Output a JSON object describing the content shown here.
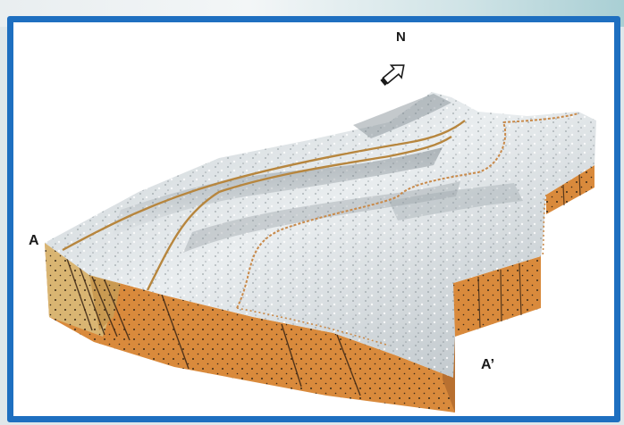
{
  "labels": {
    "north": "N",
    "section_start": "A",
    "section_end": "A’"
  },
  "colors": {
    "frame": "#1e6fc0",
    "rock_orange": "#d98a3c",
    "rock_tan": "#d9b572",
    "terrain_light": "#e6ebee",
    "terrain_dark": "#9aa4ab"
  },
  "icons": [
    "north-arrow-icon"
  ]
}
